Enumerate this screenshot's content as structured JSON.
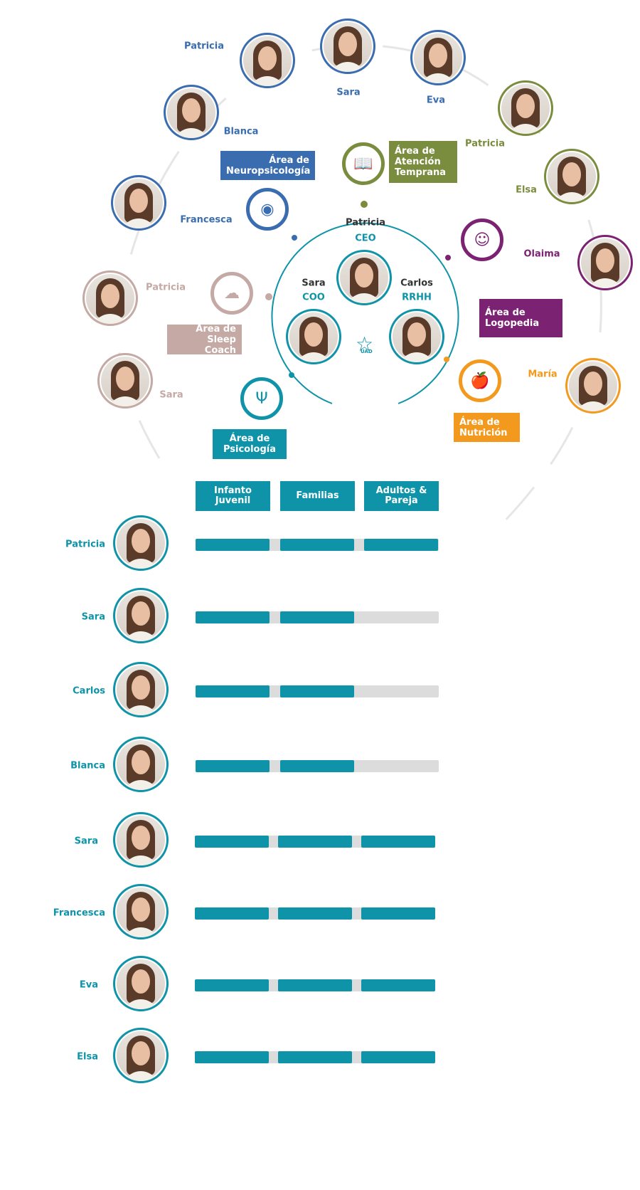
{
  "colors": {
    "teal": "#0e93a8",
    "blue": "#3a6cb0",
    "green": "#7a8c3e",
    "purple": "#7b2272",
    "orange": "#f39a1e",
    "taupe": "#c4a9a4",
    "gray": "#e3e3e3"
  },
  "leadership": [
    {
      "name": "Patricia",
      "role": "CEO"
    },
    {
      "name": "Sara",
      "role": "COO"
    },
    {
      "name": "Carlos",
      "role": "RRHH"
    }
  ],
  "logo_text": "UAD",
  "areas": [
    {
      "key": "neuro",
      "line1": "Área de",
      "line2": "Neuropsicología",
      "color": "#3a6cb0",
      "icon": "brain-icon"
    },
    {
      "key": "atencion",
      "line1": "Área de",
      "line2": "Atención",
      "line3": "Temprana",
      "color": "#7a8c3e",
      "icon": "book-icon"
    },
    {
      "key": "logo",
      "line1": "Área de",
      "line2": "Logopedia",
      "color": "#7b2272",
      "icon": "mouth-icon"
    },
    {
      "key": "sleep",
      "line1": "Área de",
      "line2": "Sleep Coach",
      "color": "#c4a9a4",
      "icon": "moon-cloud-icon"
    },
    {
      "key": "psico",
      "line1": "Área de",
      "line2": "Psicología",
      "color": "#0e93a8",
      "icon": "psi-icon"
    },
    {
      "key": "nutri",
      "line1": "Área de",
      "line2": "Nutrición",
      "color": "#f39a1e",
      "icon": "apple-icon"
    }
  ],
  "outer_team": [
    {
      "name": "Patricia",
      "color": "#3a6cb0"
    },
    {
      "name": "Sara",
      "color": "#3a6cb0"
    },
    {
      "name": "Eva",
      "color": "#3a6cb0"
    },
    {
      "name": "Blanca",
      "color": "#3a6cb0"
    },
    {
      "name": "Francesca",
      "color": "#3a6cb0"
    },
    {
      "name": "Patricia",
      "color": "#7a8c3e"
    },
    {
      "name": "Elsa",
      "color": "#7a8c3e"
    },
    {
      "name": "Olaima",
      "color": "#7b2272"
    },
    {
      "name": "María",
      "color": "#f39a1e"
    },
    {
      "name": "Patricia",
      "color": "#c4a9a4"
    },
    {
      "name": "Sara",
      "color": "#c4a9a4"
    }
  ],
  "chart_data": {
    "type": "table",
    "categories": [
      "Infanto Juvenil",
      "Familias",
      "Adultos & Pareja"
    ],
    "category_lines": [
      [
        "Infanto",
        "Juvenil"
      ],
      [
        "Familias"
      ],
      [
        "Adultos &",
        "Pareja"
      ]
    ],
    "rows": [
      {
        "name": "Patricia",
        "values": [
          1,
          1,
          1
        ]
      },
      {
        "name": "Sara",
        "values": [
          1,
          1,
          0
        ]
      },
      {
        "name": "Carlos",
        "values": [
          1,
          1,
          0
        ]
      },
      {
        "name": "Blanca",
        "values": [
          1,
          1,
          0
        ]
      },
      {
        "name": "Sara",
        "values": [
          1,
          1,
          1
        ]
      },
      {
        "name": "Francesca",
        "values": [
          1,
          1,
          1
        ]
      },
      {
        "name": "Eva",
        "values": [
          1,
          1,
          1
        ]
      },
      {
        "name": "Elsa",
        "values": [
          1,
          1,
          1
        ]
      }
    ]
  }
}
